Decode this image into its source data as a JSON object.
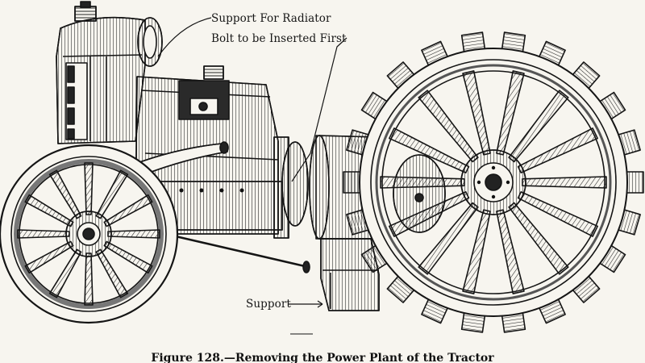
{
  "figure": {
    "labels": {
      "radiator": "Support For Radiator",
      "bolt": "Bolt to be Inserted First",
      "support": "Support"
    },
    "caption": "Figure 128.—Removing the Power Plant of the Tractor"
  },
  "style": {
    "paper": "#f7f5ef",
    "ink": "#141414"
  }
}
